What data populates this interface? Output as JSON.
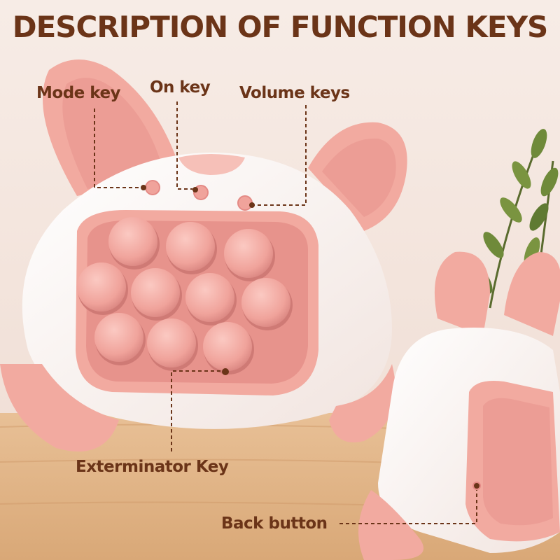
{
  "heading": "DESCRIPTION OF FUNCTION KEYS",
  "labels": {
    "mode_key": "Mode key",
    "on_key": "On key",
    "volume_keys": "Volume keys",
    "exterminator_key": "Exterminator Key",
    "back_button": "Back button"
  },
  "colors": {
    "text": "#6b3418",
    "pink": "#f2aaa0",
    "pink_dark": "#e48a85",
    "shell_white": "#fbf4f0",
    "wood": "#e0b386",
    "wall": "#f4e6df"
  }
}
